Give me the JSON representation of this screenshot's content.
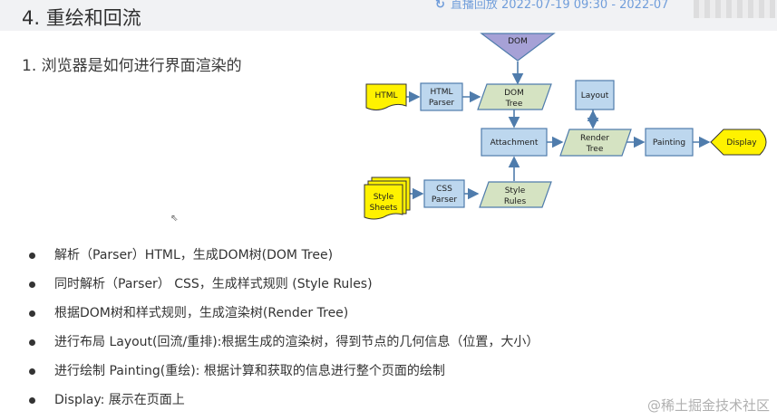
{
  "header": {
    "title": "4. 重绘和回流",
    "timestamp": "直播回放 2022-07-19 09:30 - 2022-07"
  },
  "section_title": "1. 浏览器是如何进行界面渲染的",
  "diagram": {
    "nodes": {
      "dom": "DOM",
      "html": "HTML",
      "html_parser": [
        "HTML",
        "Parser"
      ],
      "dom_tree": [
        "DOM",
        "Tree"
      ],
      "layout": "Layout",
      "attachment": "Attachment",
      "render_tree": [
        "Render",
        "Tree"
      ],
      "painting": "Painting",
      "display": "Display",
      "style_sheets": [
        "Style",
        "Sheets"
      ],
      "css_parser": [
        "CSS",
        "Parser"
      ],
      "style_rules": [
        "Style",
        "Rules"
      ]
    },
    "colors": {
      "process": "#bdd7ee",
      "tree": "#d5e3c2",
      "input": "#fff200",
      "dom_triangle": "#a6a1d6",
      "arrow": "#4f7cac"
    }
  },
  "bullets": [
    "解析（Parser）HTML，生成DOM树(DOM Tree)",
    "同时解析（Parser） CSS，生成样式规则 (Style Rules)",
    "根据DOM树和样式规则，生成渲染树(Render Tree)",
    "进行布局 Layout(回流/重排):根据生成的渲染树，得到节点的几何信息（位置，大小）",
    "进行绘制 Painting(重绘): 根据计算和获取的信息进行整个页面的绘制",
    "Display: 展示在页面上"
  ],
  "watermark": "@稀土掘金技术社区",
  "icons": {
    "bullet": "bullet-dot",
    "cursor": "mouse-cursor-icon",
    "watermark": "juejin-logo-icon"
  }
}
